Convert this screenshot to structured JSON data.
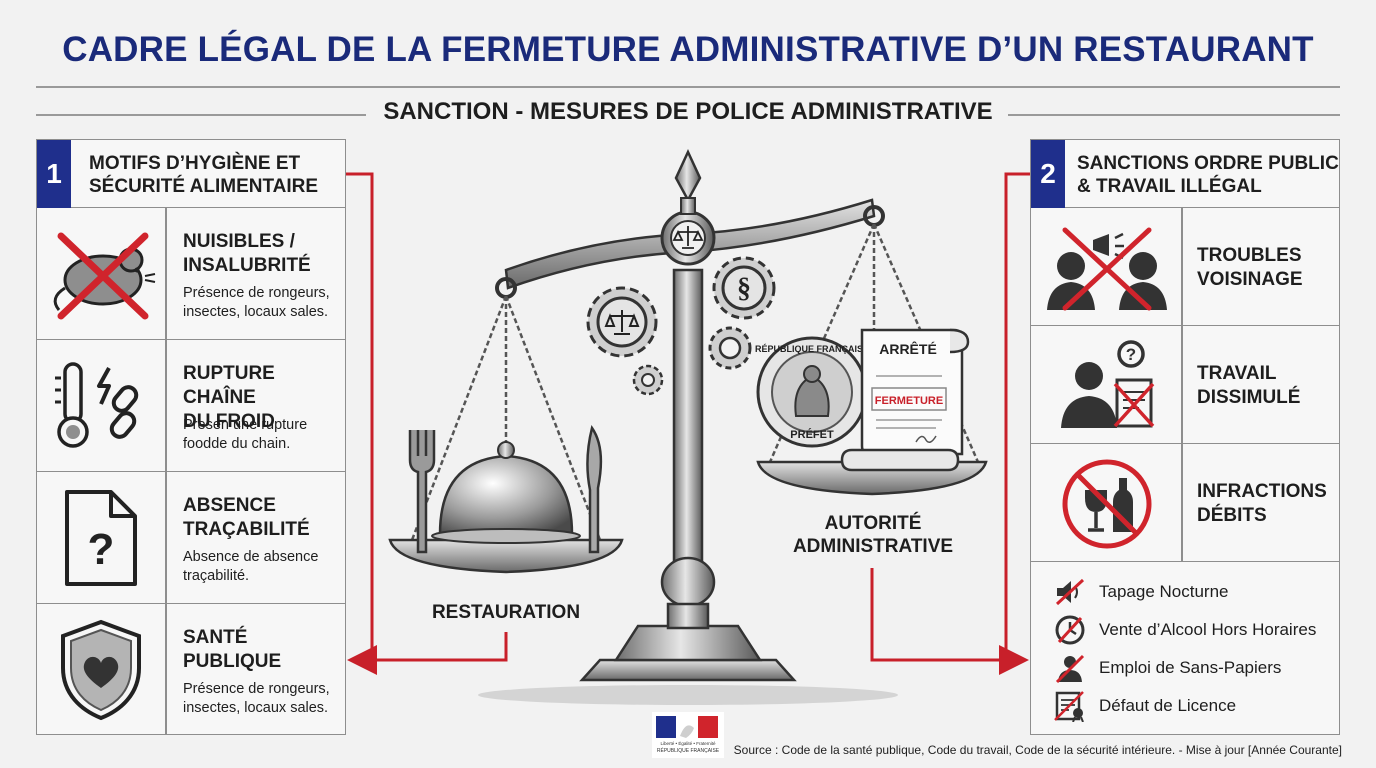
{
  "title": "CADRE LÉGAL DE LA FERMETURE ADMINISTRATIVE D’UN RESTAURANT",
  "subtitle": "SANCTION - MESURES DE POLICE ADMINISTRATIVE",
  "left_panel": {
    "number": "1",
    "title_line1": "MOTIFS D’HYGIÈNE ET",
    "title_line2": "SÉCURITÉ ALIMENTAIRE",
    "items": [
      {
        "icon": "crossed-rat-icon",
        "title_line1": "NUISIBLES /",
        "title_line2": "INSALUBRITÉ",
        "desc_line1": "Présence de rongeurs,",
        "desc_line2": "insectes, locaux sales."
      },
      {
        "icon": "thermometer-broken-chain-icon",
        "title_line1": "RUPTURE CHAÎNE",
        "title_line2": "DU FROID",
        "desc_line1": "Presen une rupture",
        "desc_line2": "foodde du chain."
      },
      {
        "icon": "document-question-icon",
        "title_line1": "ABSENCE",
        "title_line2": "TRAÇABILITÉ",
        "desc_line1": "Absence de absence",
        "desc_line2": "traçabilité."
      },
      {
        "icon": "shield-heart-icon",
        "title_line1": "SANTÉ",
        "title_line2": "PUBLIQUE",
        "desc_line1": "Présence de rongeurs,",
        "desc_line2": "insectes, locaux sales."
      }
    ]
  },
  "right_panel": {
    "number": "2",
    "title_line1": "SANCTIONS ORDRE PUBLIC",
    "title_line2": "& TRAVAIL ILLÉGAL",
    "items": [
      {
        "icon": "arguing-people-megaphone-icon",
        "title_line1": "TROUBLES",
        "title_line2": "VOISINAGE"
      },
      {
        "icon": "worker-question-document-icon",
        "title_line1": "TRAVAIL",
        "title_line2": "DISSIMULÉ"
      },
      {
        "icon": "crossed-wine-bottle-icon",
        "title_line1": "INFRACTIONS",
        "title_line2": "DÉBITS"
      }
    ],
    "list": [
      {
        "icon": "muted-speaker-icon",
        "label": "Tapage Nocturne"
      },
      {
        "icon": "crossed-clock-icon",
        "label": "Vente d’Alcool Hors Horaires"
      },
      {
        "icon": "crossed-person-icon",
        "label": "Emploi de Sans-Papiers"
      },
      {
        "icon": "certificate-icon",
        "label": "Défaut de Licence"
      }
    ]
  },
  "center": {
    "left_pan_label": "RESTAURATION",
    "right_pan_label_line1": "AUTORITÉ",
    "right_pan_label_line2": "ADMINISTRATIVE",
    "decree_title": "ARRÊTÉ",
    "decree_stamp": "FERMETURE",
    "seal_top_text": "RÉPUBLIQUE FRANÇAISE",
    "seal_bottom_text": "PRÉFET"
  },
  "footer": {
    "source": "Source : Code de la santé publique, Code du travail, Code de la sécurité intérieure. - Mise à jour [Année Courante]",
    "logo_text": "Liberté • Égalité • Fraternité",
    "logo_caption": "RÉPUBLIQUE FRANÇAISE"
  },
  "colors": {
    "title_blue": "#1a2a7a",
    "badge_blue": "#1f2f8c",
    "arrow_red": "#c8202a",
    "cross_red": "#d0242c"
  }
}
